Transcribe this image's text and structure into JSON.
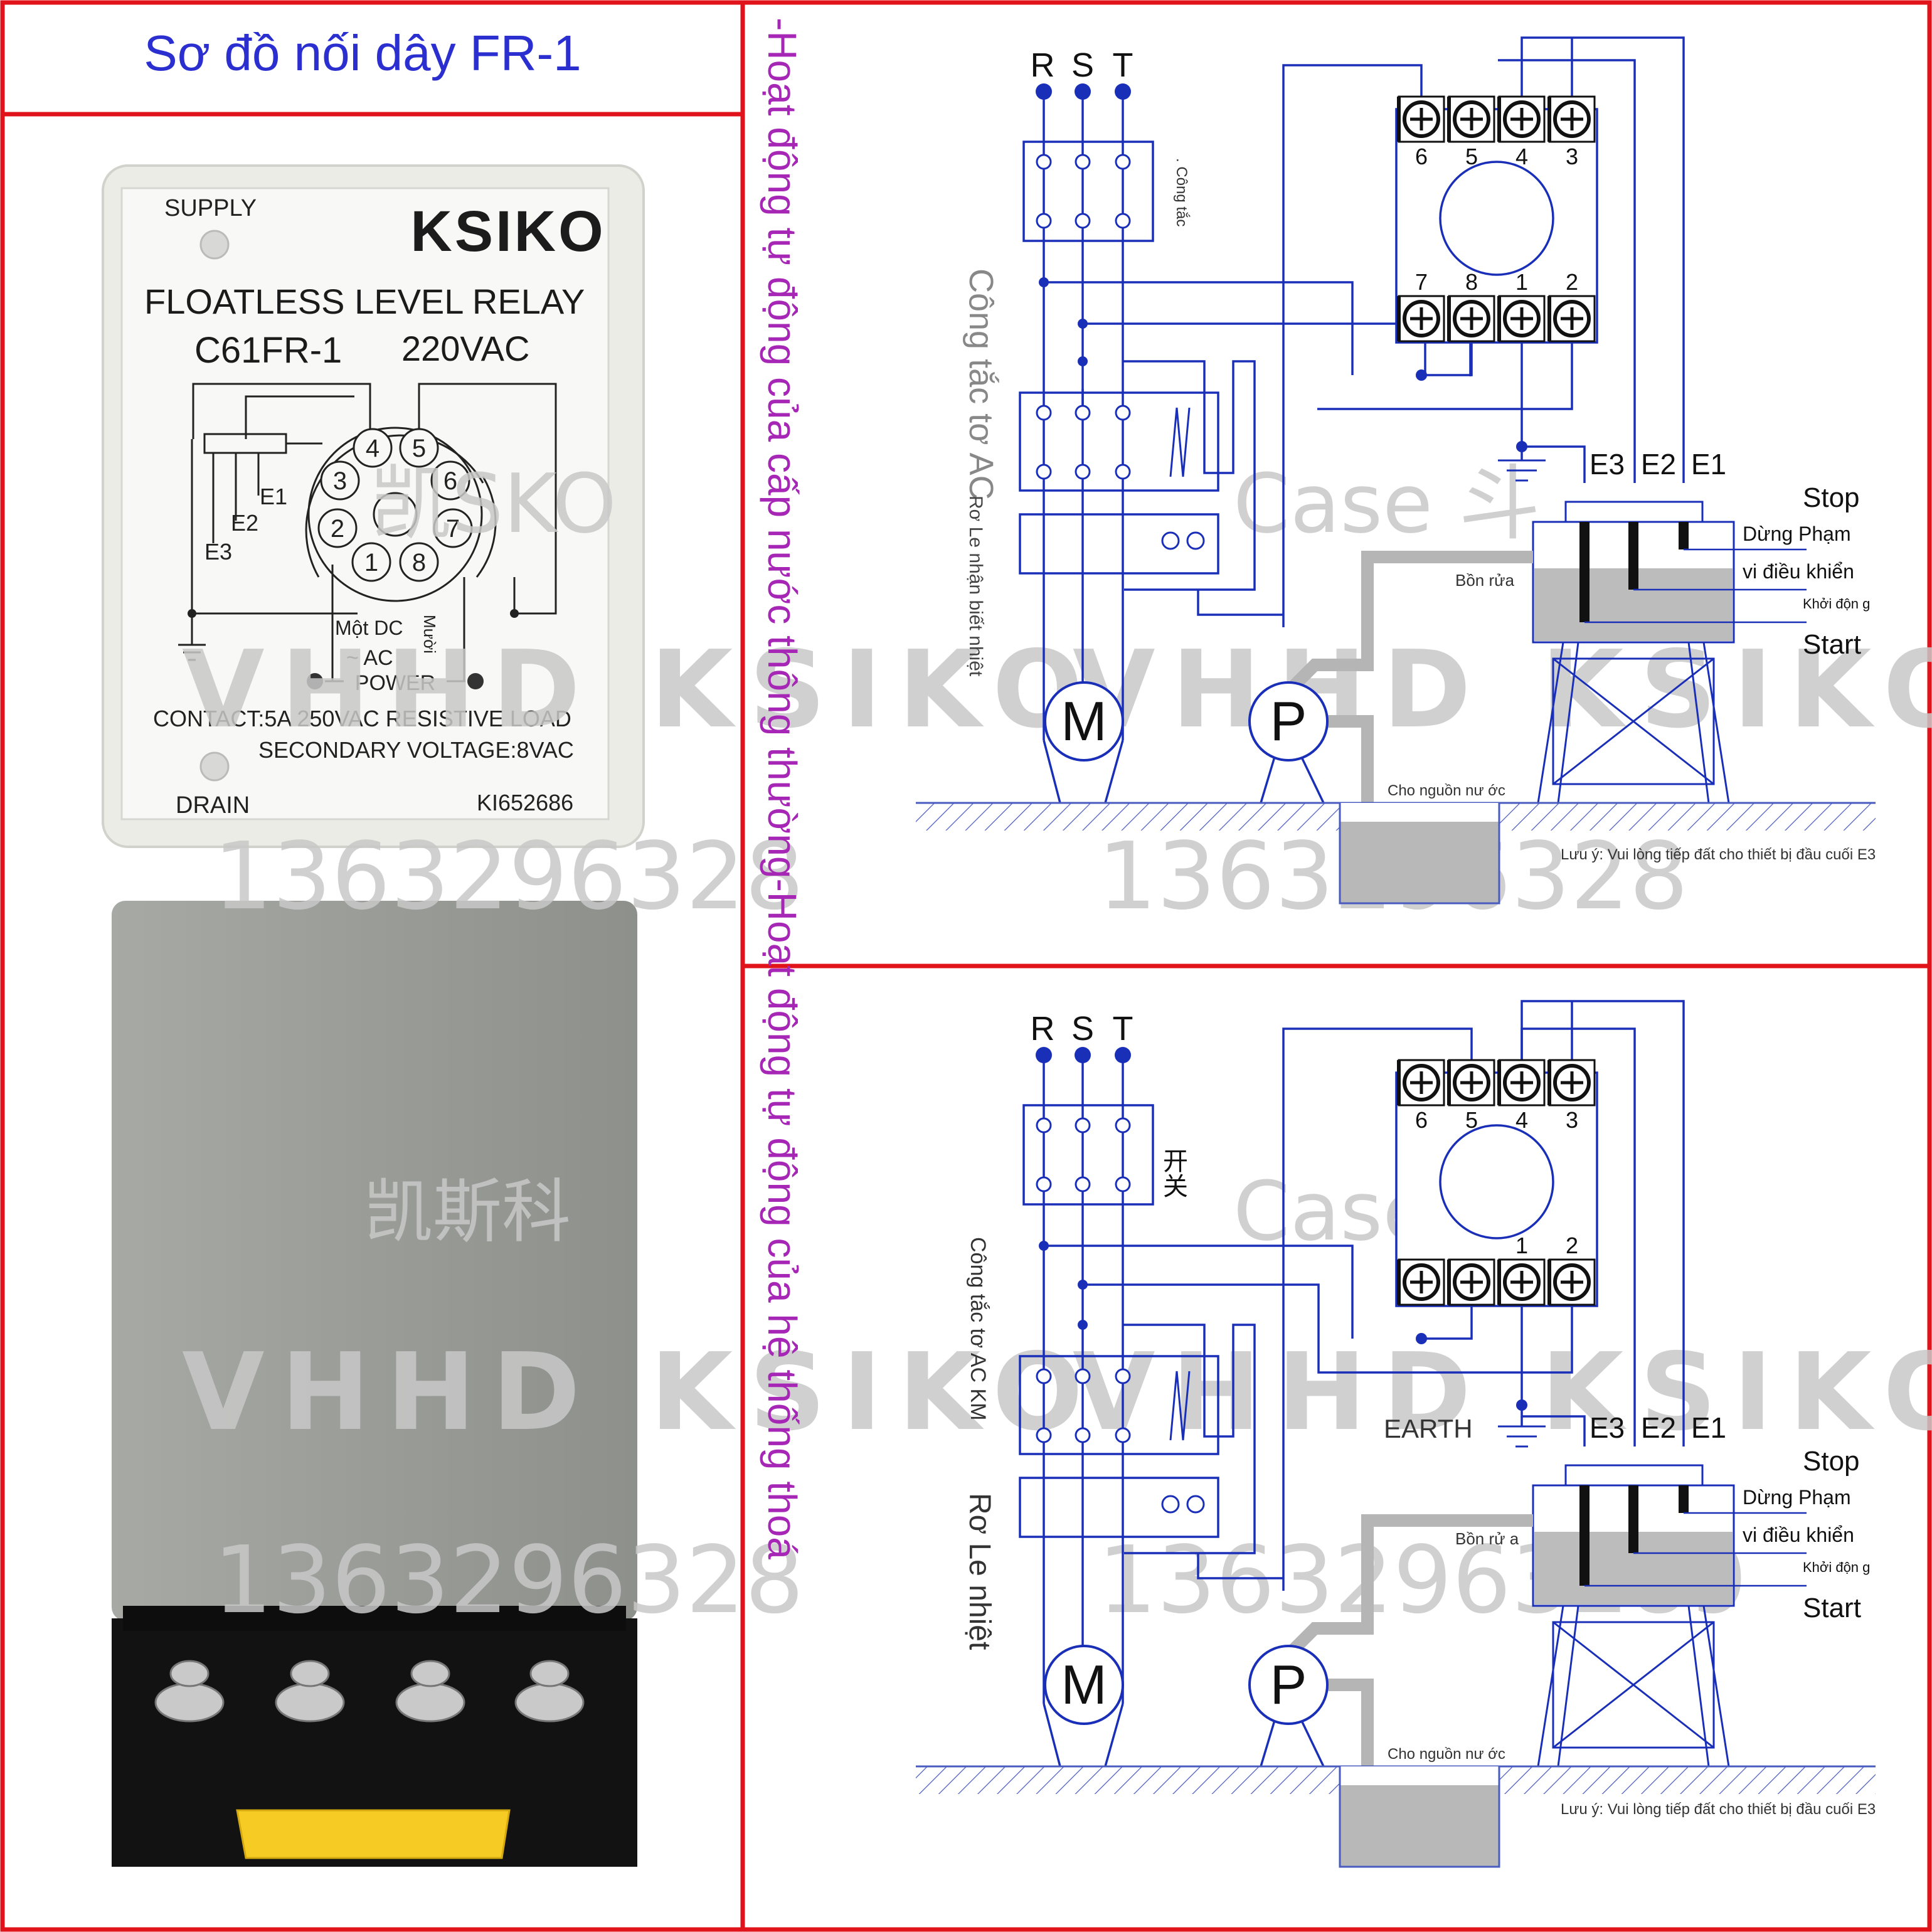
{
  "colors": {
    "frame": "#e0131a",
    "title": "#2b2fcf",
    "wire": "#1a2fb8",
    "vertical_title": "#a626b6",
    "relay_body": "#f1f1ee",
    "relay_top": "#9b9d99",
    "base": "#121212",
    "watermark": "#c8c8c8"
  },
  "header": {
    "title": "Sơ đồ nối dây FR-1"
  },
  "vertical_title": "-Hoạt động tự động của cấp nước thông thường-Hoạt động tự động của hệ thống thoá",
  "relay_face": {
    "supply": "SUPPLY",
    "brand": "KSIKO",
    "product": "FLOATLESS LEVEL RELAY",
    "model": "C61FR-1",
    "voltage": "220VAC",
    "pins": [
      "1",
      "2",
      "3",
      "4",
      "5",
      "6",
      "7",
      "8"
    ],
    "e1": "E1",
    "e2": "E2",
    "e3": "E3",
    "dc": "Một DC",
    "ac": "~ AC",
    "muoi": "Mười",
    "power": "POWER",
    "contact": "CONTACT:5A 250VAC RESISTIVE LOAD",
    "secondary": "SECONDARY VOLTAGE:8VAC",
    "drain": "DRAIN",
    "serial": "KI652686"
  },
  "watermarks": {
    "ksko": "凯SKO",
    "chinese": "凯斯科",
    "vhhd": "VHHD KSIKO",
    "phone_left": "1363296328",
    "phone_right": "1363296328",
    "phone_right2": "13632963289",
    "case": "Case 斗"
  },
  "diagram_top": {
    "phases": [
      "R",
      "S",
      "T"
    ],
    "switch": ". Công tắc",
    "contactor": "Công tắc tơ AC",
    "thermal": "Rơ Le nhận biết nhiệt",
    "terminals_top": [
      "6",
      "5",
      "4",
      "3"
    ],
    "terminals_bottom": [
      "7",
      "8",
      "1",
      "2"
    ],
    "electrodes": [
      "E3",
      "E2",
      "E1"
    ],
    "stop": "Stop",
    "stop_sub": "Dừng Phạm",
    "controller": "vi điều khiển",
    "start_sub": "Khởi độn g",
    "start": "Start",
    "tank": "Bồn rửa",
    "source": "Cho nguồn nư ớc",
    "motor": "M",
    "pump": "P",
    "note": "Lưu ý: Vui lòng tiếp đất cho thiết bị đầu cuối E3"
  },
  "diagram_bottom": {
    "phases": [
      "R",
      "S",
      "T"
    ],
    "switch": "开关",
    "contactor": "Công tắc tơ AC KM",
    "thermal": "Rơ Le nhiệt",
    "terminals_top": [
      "6",
      "5",
      "4",
      "3"
    ],
    "terminals_bottom": [
      "1",
      "2"
    ],
    "electrodes": [
      "E3",
      "E2",
      "E1"
    ],
    "earth": "EARTH",
    "stop": "Stop",
    "stop_sub": "Dừng Phạm",
    "controller": "vi điều khiển",
    "start_sub": "Khởi độn g",
    "start": "Start",
    "tank": "Bồn rử a",
    "source": "Cho nguồn nư ớc",
    "motor": "M",
    "pump": "P",
    "note": "Lưu ý: Vui lòng tiếp đất cho thiết bị đầu cuối E3"
  }
}
